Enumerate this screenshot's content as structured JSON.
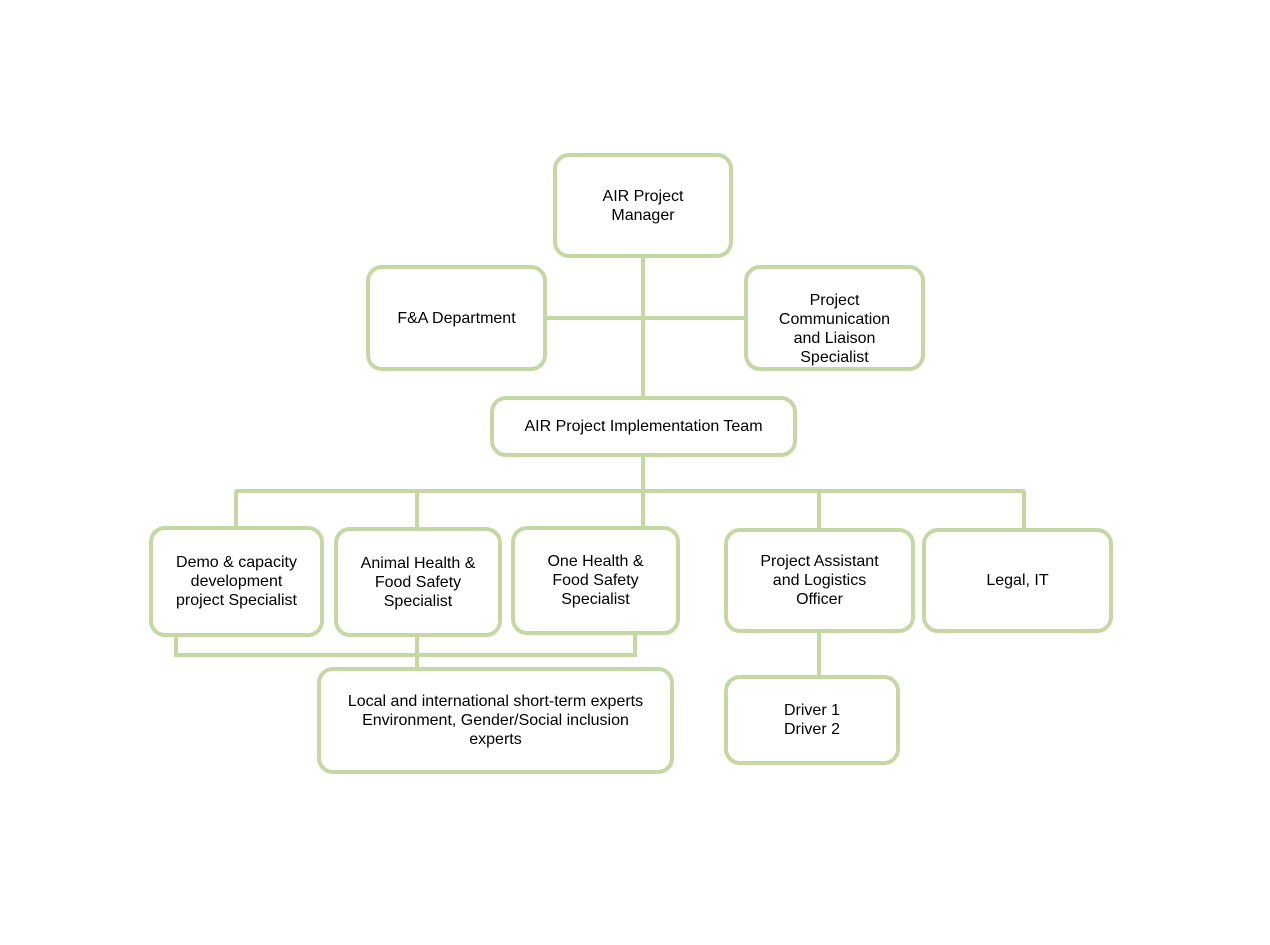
{
  "diagram": {
    "line_color": "#c5d8a4",
    "nodes": {
      "manager": "AIR Project\nManager",
      "fa_department": "F&A Department",
      "communication": "Project\nCommunication\nand Liaison\nSpecialist",
      "implementation_team": "AIR Project Implementation Team",
      "demo_capacity": "Demo & capacity\ndevelopment\nproject Specialist",
      "animal_health": "Animal Health &\nFood Safety\nSpecialist",
      "one_health": "One Health &\nFood Safety\nSpecialist",
      "project_assistant": "Project Assistant\nand Logistics\nOfficer",
      "legal_it": "Legal, IT",
      "experts": "Local and international short-term experts\nEnvironment, Gender/Social inclusion\nexperts",
      "drivers": "Driver 1\nDriver 2"
    }
  }
}
